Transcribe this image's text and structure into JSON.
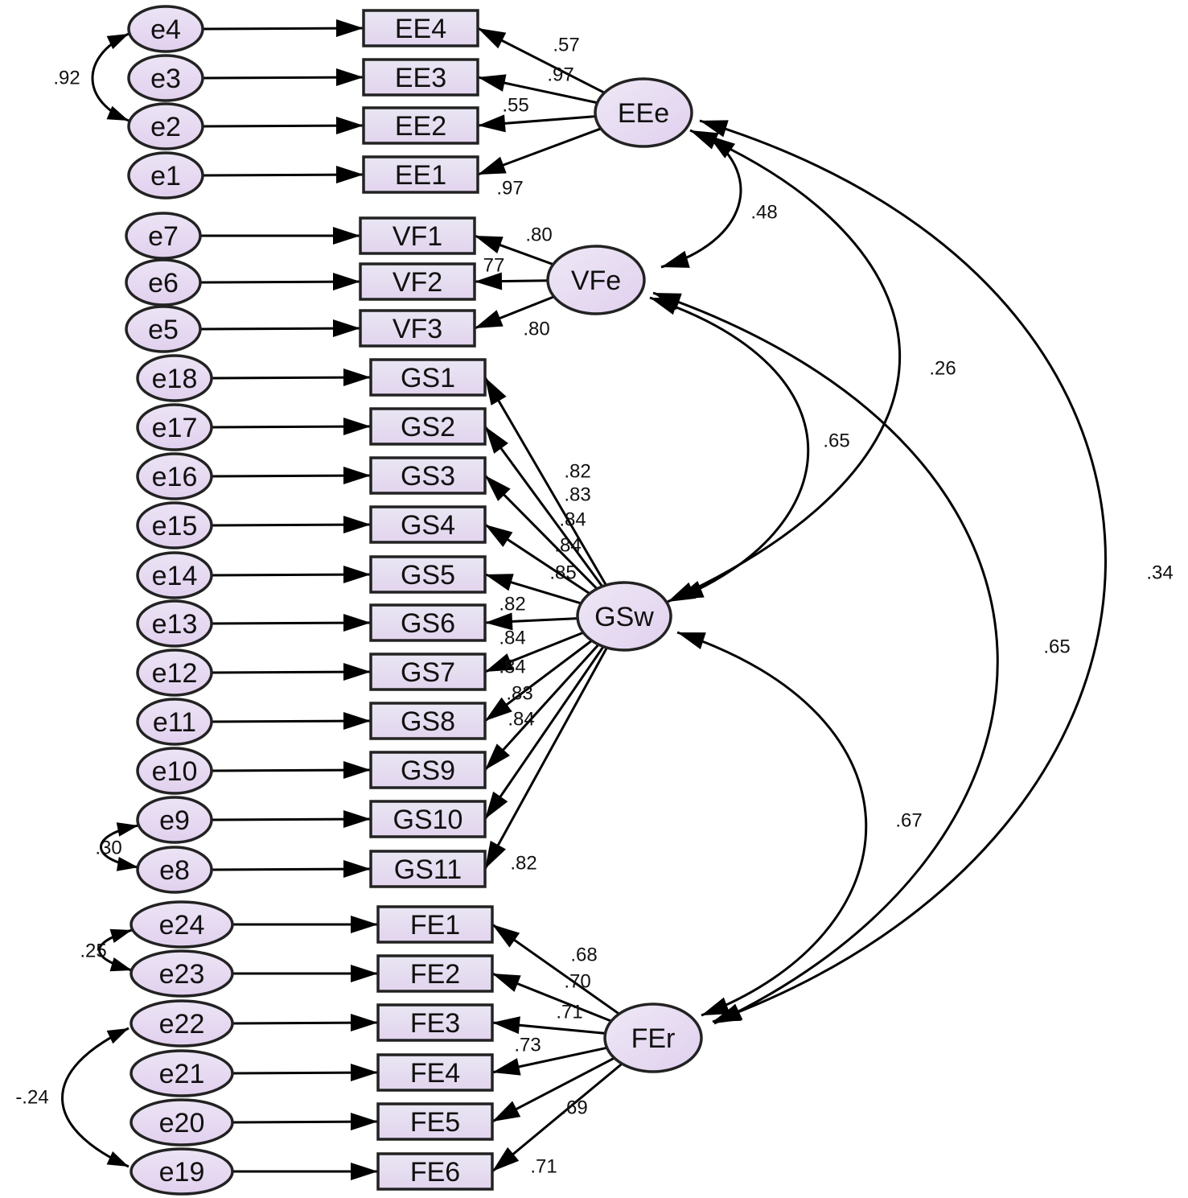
{
  "diagram": {
    "latents": [
      {
        "id": "EEe",
        "label": "EEe"
      },
      {
        "id": "VFe",
        "label": "VFe"
      },
      {
        "id": "GSw",
        "label": "GSw"
      },
      {
        "id": "FEr",
        "label": "FEr"
      }
    ],
    "indicators": [
      {
        "id": "EE4",
        "label": "EE4",
        "error": "e4",
        "latent": "EEe",
        "loading": ".57"
      },
      {
        "id": "EE3",
        "label": "EE3",
        "error": "e3",
        "latent": "EEe",
        "loading": ".97"
      },
      {
        "id": "EE2",
        "label": "EE2",
        "error": "e2",
        "latent": "EEe",
        "loading": ".55"
      },
      {
        "id": "EE1",
        "label": "EE1",
        "error": "e1",
        "latent": "EEe",
        "loading": ".97"
      },
      {
        "id": "VF1",
        "label": "VF1",
        "error": "e7",
        "latent": "VFe",
        "loading": ".80"
      },
      {
        "id": "VF2",
        "label": "VF2",
        "error": "e6",
        "latent": "VFe",
        "loading": "77"
      },
      {
        "id": "VF3",
        "label": "VF3",
        "error": "e5",
        "latent": "VFe",
        "loading": ".80"
      },
      {
        "id": "GS1",
        "label": "GS1",
        "error": "e18",
        "latent": "GSw",
        "loading": ".82"
      },
      {
        "id": "GS2",
        "label": "GS2",
        "error": "e17",
        "latent": "GSw",
        "loading": ".83"
      },
      {
        "id": "GS3",
        "label": "GS3",
        "error": "e16",
        "latent": "GSw",
        "loading": ".84"
      },
      {
        "id": "GS4",
        "label": "GS4",
        "error": "e15",
        "latent": "GSw",
        "loading": ".84"
      },
      {
        "id": "GS5",
        "label": "GS5",
        "error": "e14",
        "latent": "GSw",
        "loading": ".85"
      },
      {
        "id": "GS6",
        "label": "GS6",
        "error": "e13",
        "latent": "GSw",
        "loading": ".82"
      },
      {
        "id": "GS7",
        "label": "GS7",
        "error": "e12",
        "latent": "GSw",
        "loading": ".84"
      },
      {
        "id": "GS8",
        "label": "GS8",
        "error": "e11",
        "latent": "GSw",
        "loading": ".84"
      },
      {
        "id": "GS9",
        "label": "GS9",
        "error": "e10",
        "latent": "GSw",
        "loading": ".83"
      },
      {
        "id": "GS10",
        "label": "GS10",
        "error": "e9",
        "latent": "GSw",
        "loading": ".84"
      },
      {
        "id": "GS11",
        "label": "GS11",
        "error": "e8",
        "latent": "GSw",
        "loading": ".82"
      },
      {
        "id": "FE1",
        "label": "FE1",
        "error": "e24",
        "latent": "FEr",
        "loading": ".68"
      },
      {
        "id": "FE2",
        "label": "FE2",
        "error": "e23",
        "latent": "FEr",
        "loading": ".70"
      },
      {
        "id": "FE3",
        "label": "FE3",
        "error": "e22",
        "latent": "FEr",
        "loading": ".71"
      },
      {
        "id": "FE4",
        "label": "FE4",
        "error": "e21",
        "latent": "FEr",
        "loading": ".73"
      },
      {
        "id": "FE5",
        "label": "FE5",
        "error": "e20",
        "latent": "FEr",
        "loading": ".69"
      },
      {
        "id": "FE6",
        "label": "FE6",
        "error": "e19",
        "latent": "FEr",
        "loading": ".71"
      }
    ],
    "latent_correlations": [
      {
        "from": "EEe",
        "to": "VFe",
        "value": ".48"
      },
      {
        "from": "EEe",
        "to": "GSw",
        "value": ".26"
      },
      {
        "from": "EEe",
        "to": "FEr",
        "value": ".34"
      },
      {
        "from": "VFe",
        "to": "GSw",
        "value": ".65"
      },
      {
        "from": "VFe",
        "to": "FEr",
        "value": ".65"
      },
      {
        "from": "GSw",
        "to": "FEr",
        "value": ".67"
      }
    ],
    "error_covariances": [
      {
        "from": "e4",
        "to": "e2",
        "value": ".92"
      },
      {
        "from": "e9",
        "to": "e8",
        "value": ".30"
      },
      {
        "from": "e24",
        "to": "e23",
        "value": ".25"
      },
      {
        "from": "e22",
        "to": "e19",
        "value": "-.24"
      }
    ]
  }
}
